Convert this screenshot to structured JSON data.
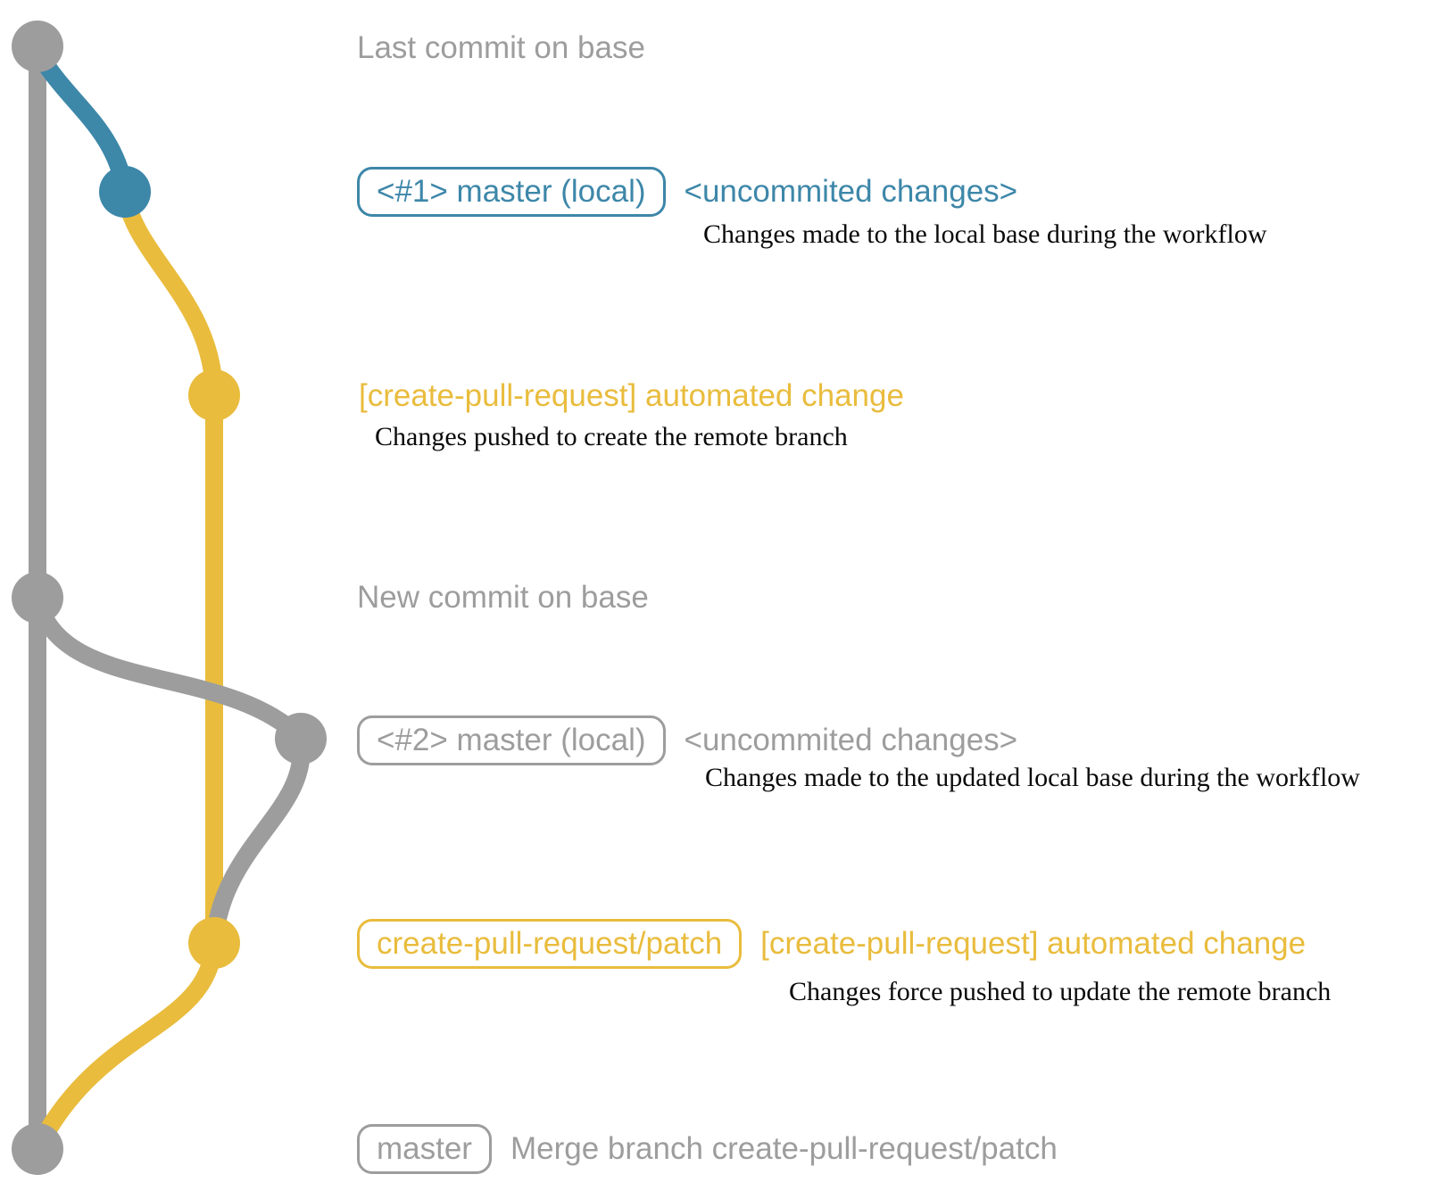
{
  "colors": {
    "blue": "#3d87a9",
    "yellow": "#e9bc3d",
    "gray": "#9d9d9d",
    "detail_text": "#0a0a0a",
    "background": "#ffffff"
  },
  "graph": {
    "branches": [
      {
        "name": "base",
        "color_key": "gray"
      },
      {
        "name": "master-local",
        "color_key": "blue"
      },
      {
        "name": "create-pull-request-patch",
        "color_key": "yellow"
      }
    ],
    "commits": [
      {
        "name": "last-commit-on-base",
        "color_key": "gray"
      },
      {
        "name": "uncommited-changes-1",
        "color_key": "blue"
      },
      {
        "name": "automated-change-1",
        "color_key": "yellow"
      },
      {
        "name": "new-commit-on-base",
        "color_key": "gray"
      },
      {
        "name": "uncommited-changes-2",
        "color_key": "gray"
      },
      {
        "name": "automated-change-2",
        "color_key": "yellow"
      },
      {
        "name": "merge-commit",
        "color_key": "gray"
      }
    ]
  },
  "rows": [
    {
      "label": "Last commit on base"
    },
    {
      "badge": "<#1> master (local)",
      "note": "<uncommited changes>",
      "detail": "Changes made to the local base during the workflow"
    },
    {
      "note": "[create-pull-request] automated change",
      "detail": "Changes pushed to create the remote branch"
    },
    {
      "label": "New commit on base"
    },
    {
      "badge": "<#2> master (local)",
      "note": "<uncommited changes>",
      "detail": "Changes made to the updated local base during the workflow"
    },
    {
      "badge": "create-pull-request/patch",
      "note": "[create-pull-request] automated change",
      "detail": "Changes force pushed to update the remote branch"
    },
    {
      "badge": "master",
      "note": "Merge branch create-pull-request/patch"
    }
  ]
}
